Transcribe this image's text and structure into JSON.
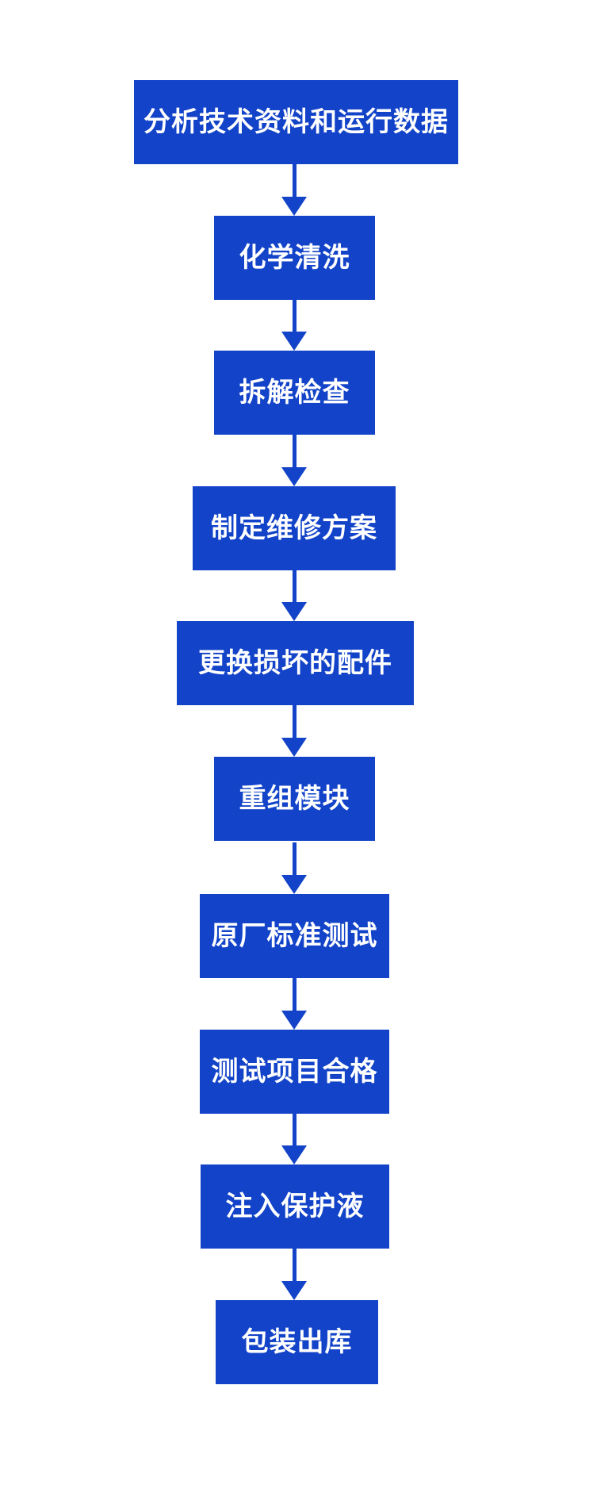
{
  "flowchart": {
    "type": "vertical-process-flow",
    "direction": "top-to-bottom",
    "steps": [
      {
        "label": "分析技术资料和运行数据"
      },
      {
        "label": "化学清洗"
      },
      {
        "label": "拆解检查"
      },
      {
        "label": "制定维修方案"
      },
      {
        "label": "更换损坏的配件"
      },
      {
        "label": "重组模块"
      },
      {
        "label": "原厂标准测试"
      },
      {
        "label": "测试项目合格"
      },
      {
        "label": "注入保护液"
      },
      {
        "label": "包装出库"
      }
    ],
    "colors": {
      "box_fill": "#1243c8",
      "box_text": "#ffffff",
      "arrow": "#1243c8",
      "background": "#ffffff"
    }
  }
}
